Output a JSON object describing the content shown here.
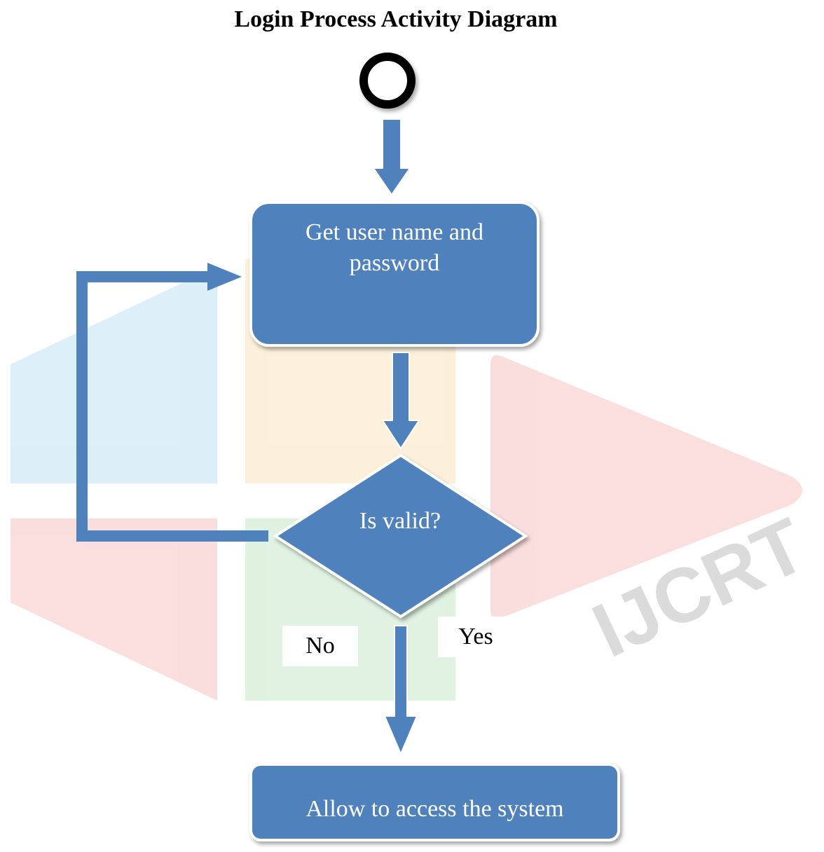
{
  "title": "Login Process Activity Diagram",
  "nodes": {
    "start": {
      "type": "initial-node"
    },
    "get_credentials": {
      "label_line1": "Get user name and",
      "label_line2": "password"
    },
    "decision": {
      "label": "Is valid?"
    },
    "allow_access": {
      "label": "Allow to access the system"
    }
  },
  "edges": {
    "no_label": "No",
    "yes_label": "Yes"
  },
  "watermark": {
    "text": "IJCRT"
  },
  "colors": {
    "node_fill": "#4f81bd",
    "node_border": "#ffffff",
    "arrow": "#4f81bd",
    "text_on_node": "#ffffff"
  }
}
